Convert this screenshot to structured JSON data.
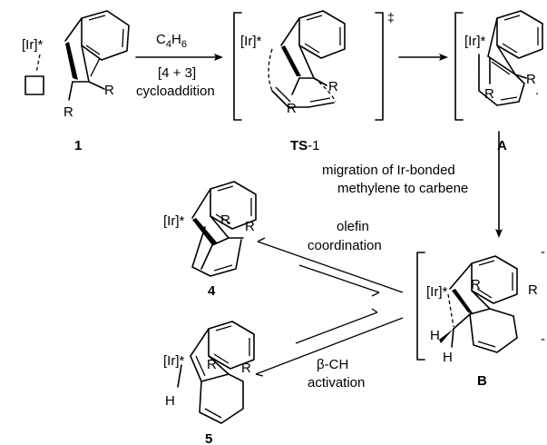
{
  "reaction": {
    "reagent": "C4H6",
    "reagent_base": "C",
    "reagent_sub1": "4",
    "reagent_mid": "H",
    "reagent_sub2": "6",
    "cond_line1": "[4 + 3]",
    "cond_line2": "cycloaddition",
    "migration_line1": "migration of Ir-bonded",
    "migration_line2": "methylene to carbene",
    "olefin_line1": "olefin",
    "olefin_line2": "coordination",
    "beta_line1": "β-CH",
    "beta_line2": "activation"
  },
  "labels": {
    "metal": "[Ir]*",
    "r": "R",
    "h": "H",
    "dagger": "‡",
    "c1": "1",
    "ts_bold": "TS",
    "ts_rest": "-1",
    "ca": "A",
    "cb": "B",
    "c4": "4",
    "c5": "5"
  }
}
